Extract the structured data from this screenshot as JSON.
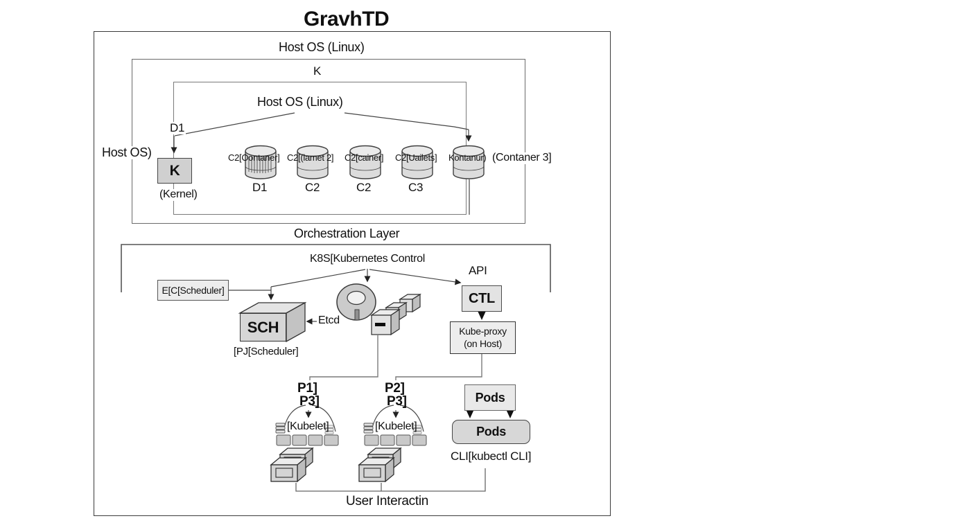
{
  "title": "GravhTD",
  "host_layer": {
    "outer_label": "Host OS (Linux)",
    "k_label": "K",
    "inner_label": "Host OS (Linux)",
    "d1_label": "D1",
    "left_label": "Host OS)",
    "kernel_box": "K",
    "kernel_caption": "(Kernel)",
    "container_labels": [
      "C2[Oontaner]",
      "C2[(lamet 2]",
      "C2[cainer]",
      "C2[Uailets]",
      "Kontanur)",
      "(Contaner 3]"
    ],
    "cylinder_captions": [
      "D1",
      "C2",
      "C2",
      "C3"
    ]
  },
  "orchestration": {
    "section_title": "Orchestration Layer",
    "control_label": "K8S[Kubernetes Control",
    "api_label": "API",
    "scheduler_box": "E[C[Scheduler]",
    "sch_box": "SCH",
    "sch_caption": "[PJ[Scheduler]",
    "etcd_label": "Etcd",
    "ctl_box": "CTL",
    "kube_proxy_line1": "Kube-proxy",
    "kube_proxy_line2": "(on Host)"
  },
  "workers": {
    "node1_p_top": "P1]",
    "node1_p_bottom": "P3]",
    "node2_p_top": "P2]",
    "node2_p_bottom": "P3]",
    "kubelet1": "[Kubelet]",
    "kubelet2": "[Kubelet]",
    "pods_top": "Pods",
    "pods_bottom": "Pods",
    "cli_label": "CLI[kubectl CLI]",
    "user_label": "User Interactin"
  },
  "colors": {
    "line": "#3c3c3c",
    "box_fill": "#d4d4d4",
    "light_fill": "#ededed"
  }
}
